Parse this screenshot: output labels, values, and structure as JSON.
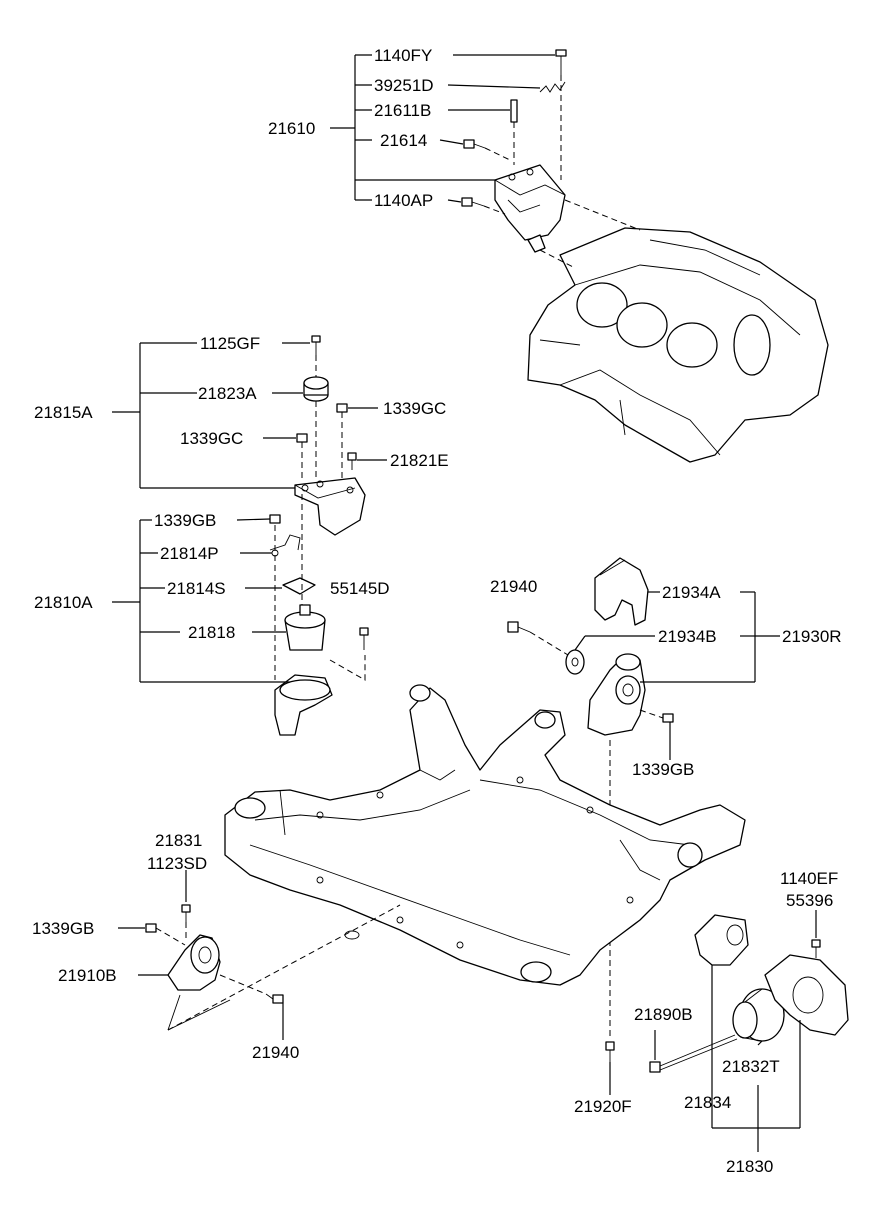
{
  "labels": {
    "p1140FY": "1140FY",
    "p39251D": "39251D",
    "p21611B": "21611B",
    "p21610": "21610",
    "p21614": "21614",
    "p1140AP": "1140AP",
    "p1125GF": "1125GF",
    "p21823A": "21823A",
    "p21815A": "21815A",
    "p1339GC_r": "1339GC",
    "p1339GC_l": "1339GC",
    "p21821E": "21821E",
    "p1339GB_top": "1339GB",
    "p21814P": "21814P",
    "p21810A": "21810A",
    "p21814S": "21814S",
    "p55145D": "55145D",
    "p21818": "21818",
    "p21940_top": "21940",
    "p21934A": "21934A",
    "p21934B": "21934B",
    "p21930R": "21930R",
    "p1339GB_mid": "1339GB",
    "p21831": "21831",
    "p1123SD": "1123SD",
    "p1339GB_left": "1339GB",
    "p21910B": "21910B",
    "p21940_bot": "21940",
    "p1140EF": "1140EF",
    "p55396": "55396",
    "p21890B": "21890B",
    "p21832T": "21832T",
    "p21920F": "21920F",
    "p21834": "21834",
    "p21830": "21830"
  }
}
